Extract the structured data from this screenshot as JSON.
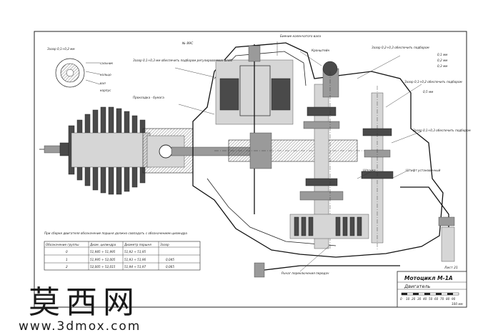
{
  "drawing": {
    "sheet_ref": "№ 89С",
    "sheet_number": "Лист 21",
    "title": "Мотоцикл М-1А",
    "subtitle": "Двигатель",
    "scale_labels": [
      "0",
      "10",
      "20",
      "30",
      "40",
      "50",
      "60",
      "70",
      "80",
      "90"
    ],
    "scale_unit": "100 мм"
  },
  "annotations": {
    "gauge_top": "Зазор 0,1÷0,2 мм",
    "gauge_1": "сальник",
    "gauge_2": "кольцо",
    "gauge_3": "вал",
    "gauge_4": "корпус",
    "cyl_head": "Зазор 0,1÷0,3 мм обеспечить подбором регулировочных шайб",
    "carb": "Прокладка - бумага",
    "magneto_top": "Биение коленчатого вала",
    "bracket_label": "Кронштейн",
    "gear_right_1": "Зазор 0,2÷0,3 обеспечить подбором",
    "gear_right_2": "Зазор 0,1÷0,2 обеспечить подбором",
    "gear_right_3": "Зазор 0,1÷0,3 обеспечить подбором",
    "shaft_label": "Шпонка",
    "kick_label": "Штифт установочный",
    "bottom_center": "Рычаг переключения передач",
    "shim_1": "0,1 мм",
    "shim_2": "0,2 мм",
    "shim_3": "0,3 мм",
    "shim_4": "0,5 мм"
  },
  "table": {
    "caption": "При сборке двигателя обозначение поршня должно совпадать с обозначением цилиндра",
    "headers": [
      "Обозначение группы",
      "Диам. цилиндра",
      "Диаметр поршня",
      "Зазор"
    ],
    "rows": [
      [
        "0",
        "51,985 ÷ 51,995",
        "51,92 ÷ 51,95",
        ""
      ],
      [
        "1",
        "51,995 ÷ 52,005",
        "51,93 ÷ 51,96",
        "0,045"
      ],
      [
        "2",
        "52,005 ÷ 52,015",
        "51,94 ÷ 51,97",
        "0,065"
      ]
    ]
  },
  "watermark": {
    "cn": "莫西网",
    "url": "www.3dmox.com"
  }
}
